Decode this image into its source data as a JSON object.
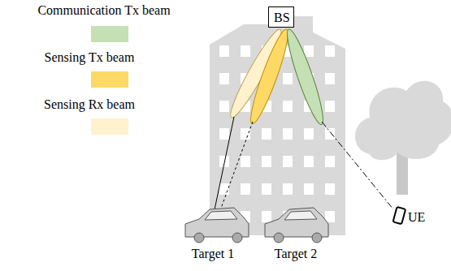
{
  "diagram": {
    "nodes": [
      {
        "text": [
          "BS"
        ]
      }
    ],
    "labels": [
      "Target 1",
      "Target 2",
      "UE"
    ],
    "legend": [
      {
        "text": "Communication Tx beam",
        "color": "#c5e0b4"
      },
      {
        "text": "Sensing Tx beam",
        "color": "#ffd966"
      },
      {
        "text": "Sensing Rx beam",
        "color": "#fff2cc"
      }
    ]
  }
}
